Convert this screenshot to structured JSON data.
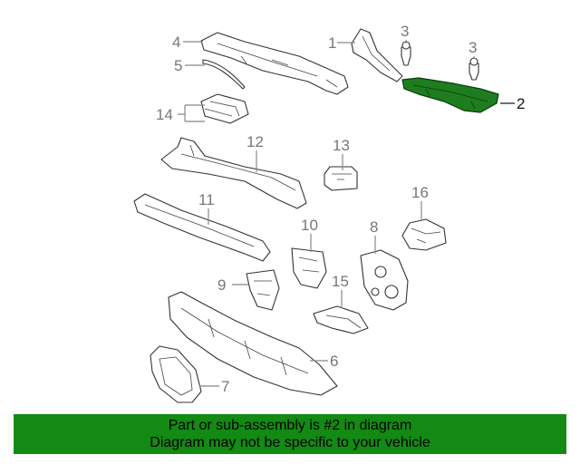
{
  "callouts": {
    "c1": "1",
    "c2": "2",
    "c3a": "3",
    "c3b": "3",
    "c4": "4",
    "c5": "5",
    "c6": "6",
    "c7": "7",
    "c8": "8",
    "c9": "9",
    "c10": "10",
    "c11": "11",
    "c12": "12",
    "c13": "13",
    "c14": "14",
    "c15": "15",
    "c16": "16"
  },
  "banner": {
    "line1": "Part or sub-assembly is #2 in diagram",
    "line2": "Diagram may not be specific to your vehicle"
  },
  "colors": {
    "highlight": "#1e7d1e",
    "banner": "#138a13"
  }
}
